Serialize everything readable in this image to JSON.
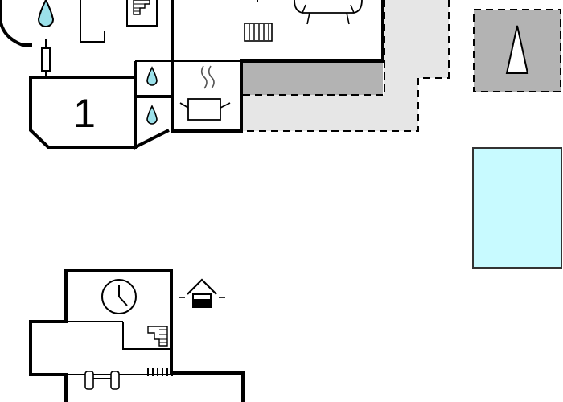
{
  "plan": {
    "rooms": [
      {
        "id": "bedroom",
        "label": "1"
      }
    ],
    "icons": [
      "water-heater-icon",
      "water-drop-icon",
      "cooking-pot-icon",
      "sofa-icon",
      "radiator-icon",
      "stairs-icon",
      "clock-icon",
      "house-entrance-icon",
      "north-arrow-icon",
      "exercise-bike-icon"
    ],
    "areas": [
      "covered-terrace",
      "open-terrace",
      "swimming-pool",
      "parking"
    ],
    "colors": {
      "walls": "#000000",
      "covered_terrace": "#b3b3b3",
      "open_terrace": "#e6e6e6",
      "parking": "#b3b3b3",
      "pool": "#c8faff",
      "pool_outline": "#333333",
      "water_drop": "#9be1ea",
      "background": "#ffffff"
    }
  }
}
